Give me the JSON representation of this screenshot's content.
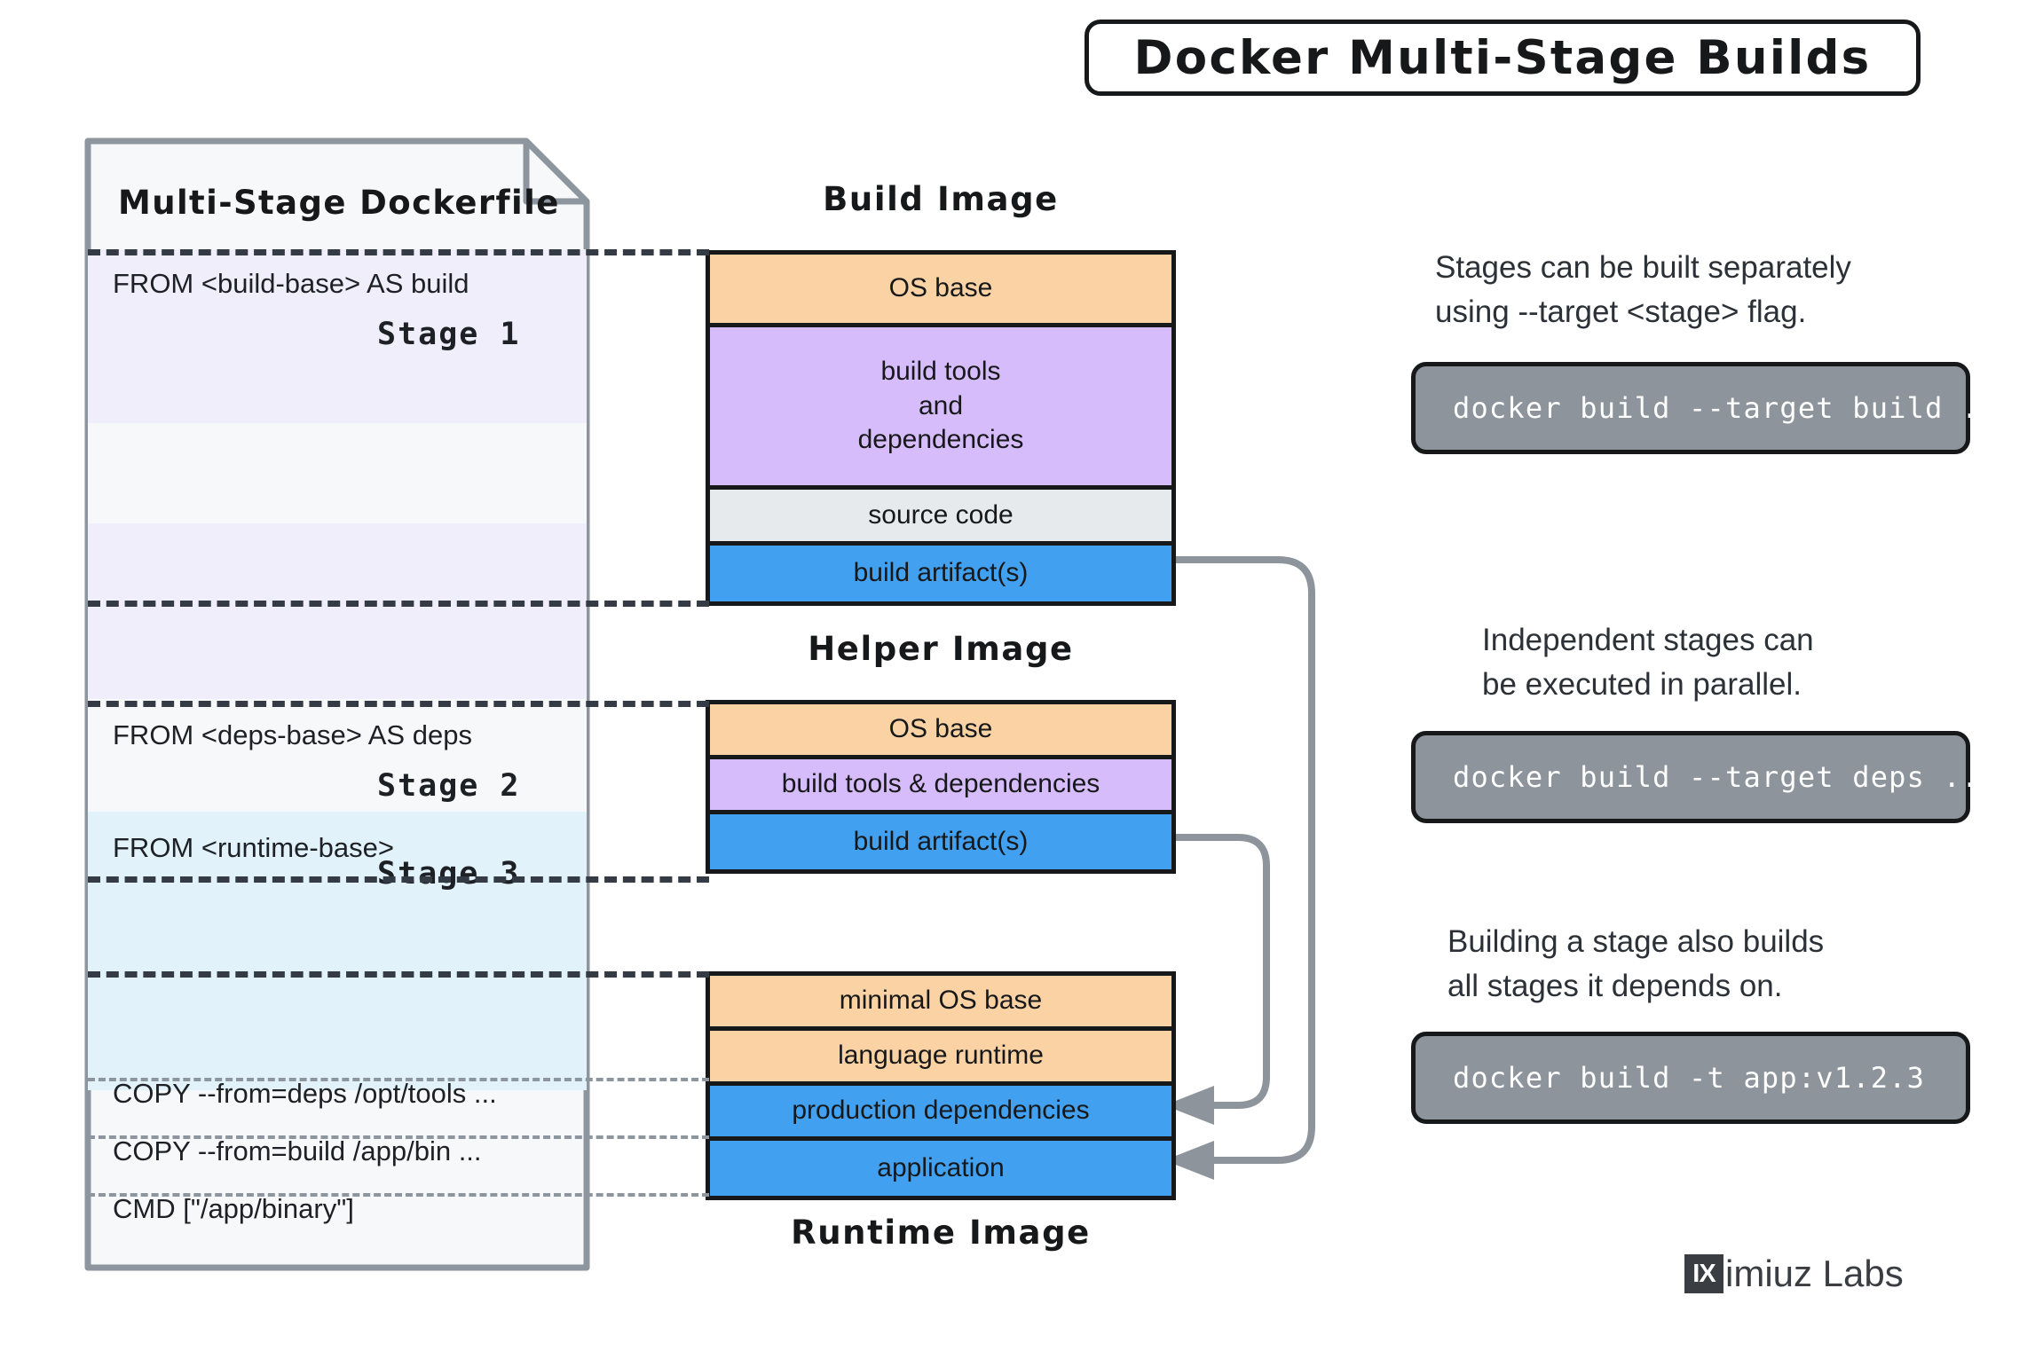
{
  "title": "Docker Multi-Stage Builds",
  "dockerfile": {
    "doc_title": "Multi-Stage Dockerfile",
    "lines": {
      "from_build": "FROM <build-base> AS build",
      "stage1": "Stage 1",
      "from_deps": "FROM <deps-base> AS deps",
      "stage2": "Stage 2",
      "from_runtime": "FROM <runtime-base>",
      "stage3": "Stage 3",
      "copy_deps": "COPY  --from=deps /opt/tools ...",
      "copy_build": "COPY  --from=build /app/bin ...",
      "cmd": "CMD [\"/app/binary\"]"
    }
  },
  "stacks": [
    {
      "caption": "Build Image",
      "caption_position": "top",
      "layers": [
        {
          "label": "OS base",
          "color": "#fbd2a3"
        },
        {
          "label": "build tools\nand\ndependencies",
          "color": "#d6bcfa"
        },
        {
          "label": "source code",
          "color": "#e6eaec"
        },
        {
          "label": "build artifact(s)",
          "color": "#41a0f0"
        }
      ]
    },
    {
      "caption": "Helper Image",
      "caption_position": "top",
      "layers": [
        {
          "label": "OS base",
          "color": "#fbd2a3"
        },
        {
          "label": "build tools & dependencies",
          "color": "#d6bcfa"
        },
        {
          "label": "build artifact(s)",
          "color": "#41a0f0"
        }
      ]
    },
    {
      "caption": "Runtime Image",
      "caption_position": "bottom",
      "layers": [
        {
          "label": "minimal OS base",
          "color": "#fbd2a3"
        },
        {
          "label": "language runtime",
          "color": "#fbd2a3"
        },
        {
          "label": "production dependencies",
          "color": "#41a0f0"
        },
        {
          "label": "application",
          "color": "#41a0f0"
        }
      ]
    }
  ],
  "annotations": [
    {
      "text": "Stages can be built separately\nusing --target <stage> flag.",
      "command": "docker build --target build ..."
    },
    {
      "text": "Independent stages can\nbe executed in parallel.",
      "command": "docker build --target deps ..."
    },
    {
      "text": "Building a stage also builds\nall stages it depends on.",
      "command": "docker build -t app:v1.2.3"
    }
  ],
  "footer": {
    "logo_mark": "IX",
    "logo_text": "imiuz Labs"
  },
  "colors": {
    "os_base": "#fbd2a3",
    "tools": "#d6bcfa",
    "source": "#e6eaec",
    "artifact": "#41a0f0",
    "stage_tint_build": "#f0eefb",
    "stage_tint_runtime": "#e2f2fb",
    "ink": "#17181a",
    "pill": "#8d949c",
    "connector": "#8d949c"
  }
}
